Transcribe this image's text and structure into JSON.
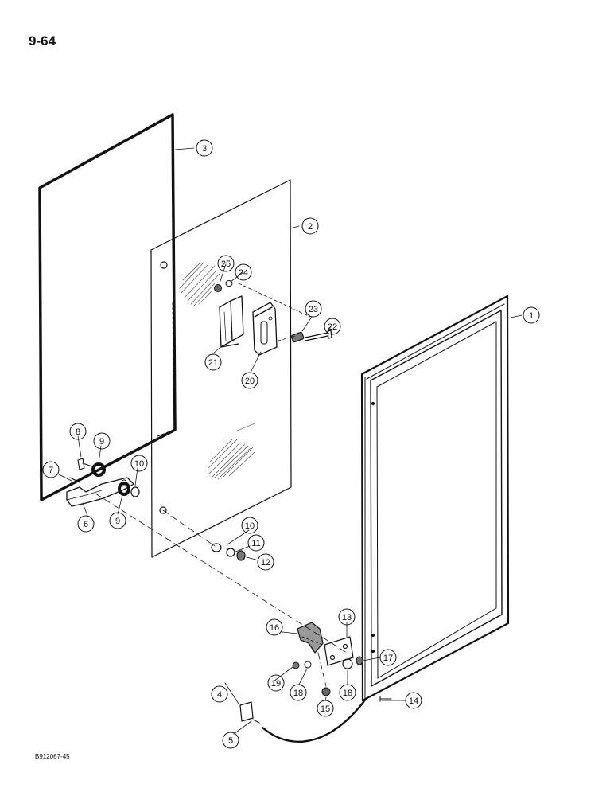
{
  "page": {
    "number": "9-64",
    "figure_code": "B912067-45"
  },
  "callouts": [
    {
      "label": "1"
    },
    {
      "label": "2"
    },
    {
      "label": "3"
    },
    {
      "label": "4"
    },
    {
      "label": "5"
    },
    {
      "label": "6"
    },
    {
      "label": "7"
    },
    {
      "label": "8"
    },
    {
      "label": "9"
    },
    {
      "label": "9"
    },
    {
      "label": "10"
    },
    {
      "label": "10"
    },
    {
      "label": "11"
    },
    {
      "label": "12"
    },
    {
      "label": "13"
    },
    {
      "label": "14"
    },
    {
      "label": "15"
    },
    {
      "label": "16"
    },
    {
      "label": "17"
    },
    {
      "label": "18"
    },
    {
      "label": "18"
    },
    {
      "label": "19"
    },
    {
      "label": "20"
    },
    {
      "label": "21"
    },
    {
      "label": "22"
    },
    {
      "label": "23"
    },
    {
      "label": "24"
    },
    {
      "label": "25"
    }
  ]
}
